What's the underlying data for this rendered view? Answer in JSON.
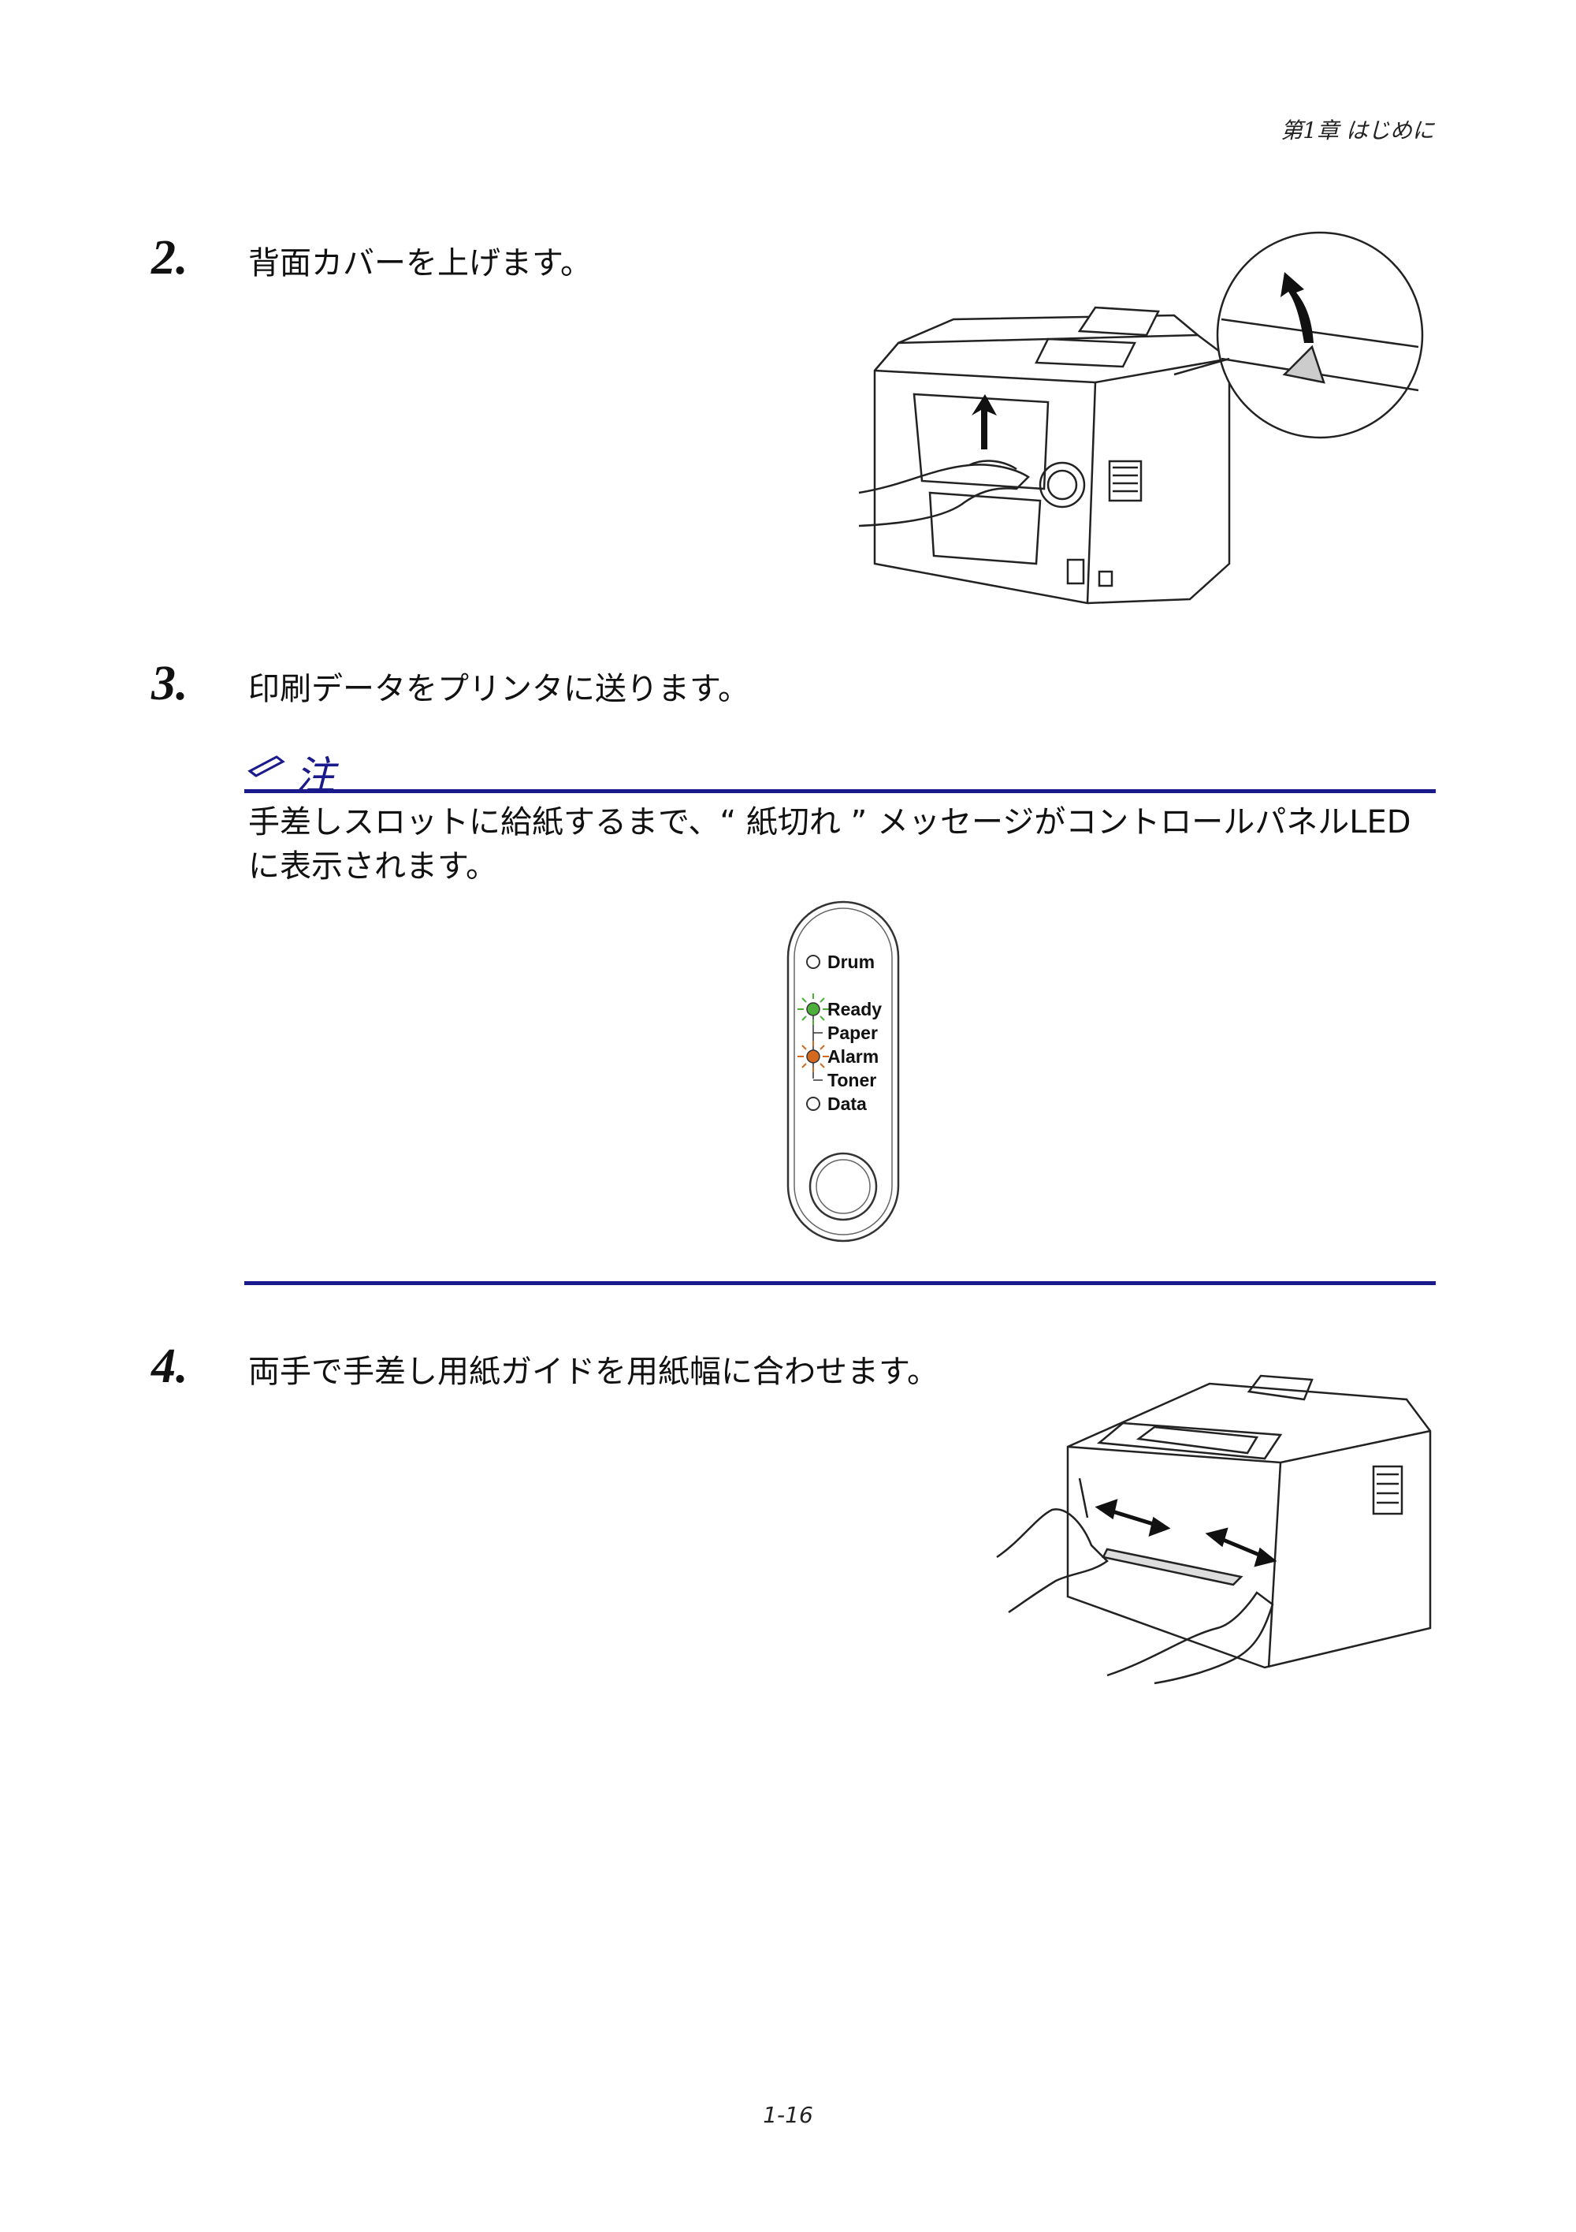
{
  "header": {
    "chapter": "第1章 はじめに"
  },
  "steps": [
    {
      "number": "2.",
      "text": "背面カバーを上げます。"
    },
    {
      "number": "3.",
      "text": "印刷データをプリンタに送ります。"
    },
    {
      "number": "4.",
      "text": "両手で手差し用紙ガイドを用紙幅に合わせます。"
    }
  ],
  "note": {
    "title": "注",
    "body": "手差しスロットに給紙するまで、“ 紙切れ ” メッセージがコントロールパネルLEDに表示されます。"
  },
  "led_panel": {
    "labels": [
      "Drum",
      "Ready",
      "Paper",
      "Alarm",
      "Toner",
      "Data"
    ],
    "ready_color": "#4caf3a",
    "alarm_color": "#d2691e"
  },
  "footer": {
    "page_number": "1-16"
  },
  "colors": {
    "accent": "#1a1a8c"
  }
}
